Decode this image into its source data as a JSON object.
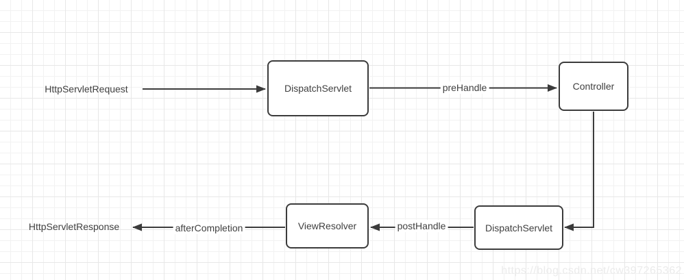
{
  "diagram": {
    "nodes": {
      "http_request": {
        "label": "HttpServletRequest"
      },
      "dispatch_servlet_top": {
        "label": "DispatchServlet"
      },
      "controller": {
        "label": "Controller"
      },
      "dispatch_servlet_bottom": {
        "label": "DispatchServlet"
      },
      "view_resolver": {
        "label": "ViewResolver"
      },
      "http_response": {
        "label": "HttpServletResponse"
      }
    },
    "edges": {
      "pre_handle": {
        "label": "preHandle"
      },
      "post_handle": {
        "label": "postHandle"
      },
      "after_completion": {
        "label": "afterCompletion"
      }
    },
    "colors": {
      "connector": "#3b3b3b",
      "node_border": "#3b3b3b",
      "node_fill": "#ffffff",
      "text": "#3f3f3f",
      "grid_minor": "#f2f2f2",
      "grid_major": "#e7e7e7",
      "watermark": "#ebebeb"
    },
    "watermark": "https://blog.csdn.net/cw397265362"
  }
}
